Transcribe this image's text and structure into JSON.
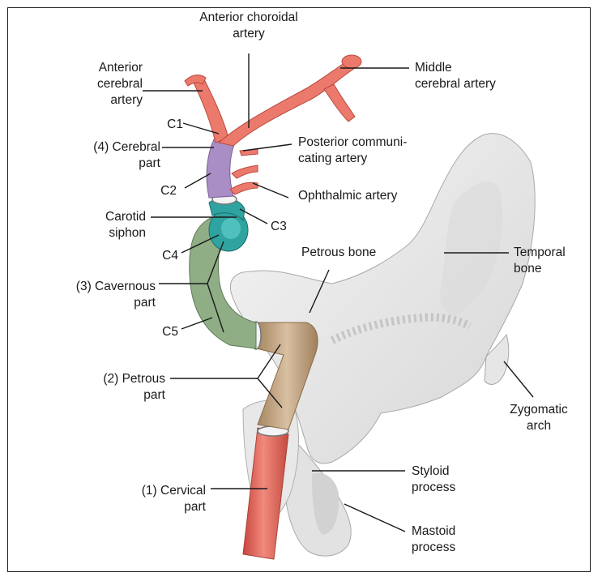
{
  "labels": {
    "anterior_choroidal": "Anterior choroidal\nartery",
    "middle_cerebral": "Middle\ncerebral artery",
    "anterior_cerebral": "Anterior\ncerebral\nartery",
    "c1": "C1",
    "cerebral_part": "(4) Cerebral\npart",
    "posterior_communicating": "Posterior communi-\ncating artery",
    "c2": "C2",
    "ophthalmic": "Ophthalmic artery",
    "carotid_siphon": "Carotid\nsiphon",
    "c3": "C3",
    "c4": "C4",
    "petrous_bone": "Petrous bone",
    "temporal_bone": "Temporal\nbone",
    "cavernous_part": "(3) Cavernous\npart",
    "c5": "C5",
    "petrous_part": "(2) Petrous\npart",
    "zygomatic_arch": "Zygomatic\narch",
    "styloid_process": "Styloid\nprocess",
    "cervical_part": "(1) Cervical\npart",
    "mastoid_process": "Mastoid\nprocess"
  },
  "colors": {
    "cervical_segment": "#e2645a",
    "petrous_segment": "#b89a78",
    "cavernous_segment": "#8fae86",
    "siphon_segment": "#2fa3a0",
    "cerebral_segment": "#a88ec4",
    "branch_arteries": "#ec7a6c",
    "bone": "#ececec",
    "leader_lines": "#1a1a1a"
  }
}
